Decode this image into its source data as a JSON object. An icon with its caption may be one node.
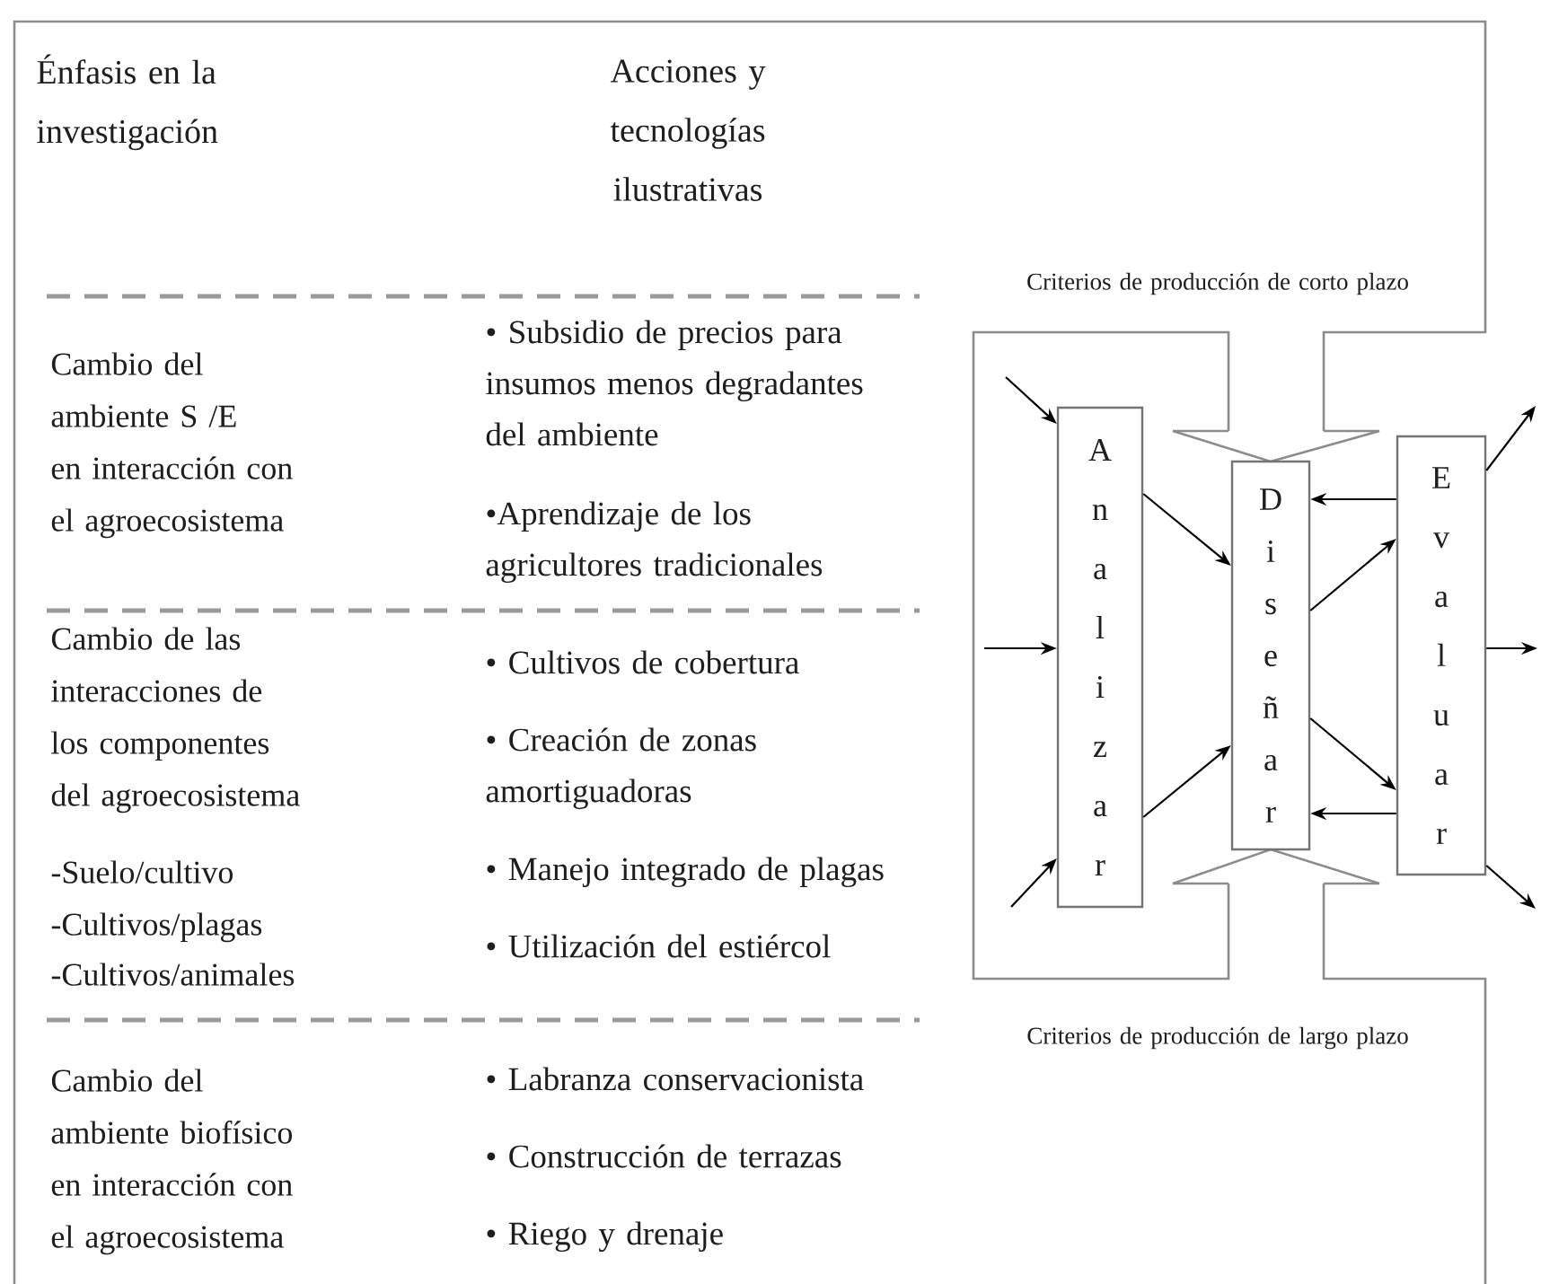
{
  "diagram": {
    "nodes": [
      {
        "text": [
          "Analizar"
        ]
      },
      {
        "text": [
          "Diseñar"
        ]
      },
      {
        "text": [
          "Evaluar"
        ]
      }
    ],
    "edges": [
      {
        "from": null,
        "to": 0,
        "arrow": "to"
      },
      {
        "from": null,
        "to": 0,
        "arrow": "to"
      },
      {
        "from": null,
        "to": 0,
        "arrow": "to"
      },
      {
        "from": 0,
        "to": 1,
        "arrow": "to"
      },
      {
        "from": 0,
        "to": 1,
        "arrow": "to"
      },
      {
        "from": 2,
        "to": 1,
        "arrow": "to"
      },
      {
        "from": 1,
        "to": 2,
        "arrow": "to"
      },
      {
        "from": 1,
        "to": 2,
        "arrow": "to"
      },
      {
        "from": 2,
        "to": 1,
        "arrow": "to"
      },
      {
        "from": 2,
        "to": null,
        "arrow": "to"
      },
      {
        "from": 2,
        "to": null,
        "arrow": "to"
      },
      {
        "from": 2,
        "to": null,
        "arrow": "to"
      }
    ],
    "labels": [
      "Énfasis en la investigación",
      "Acciones y tecnologías ilustrativas",
      "Cambio del ambiente S /E en interacción con el agroecosistema",
      "• Subsidio de precios para insumos menos degradantes del ambiente",
      "•Aprendizaje de los agricultores tradicionales",
      "Cambio de las interacciones de los componentes del agroecosistema",
      "-Suelo/cultivo",
      "-Cultivos/plagas",
      "-Cultivos/animales",
      "• Cultivos de cobertura",
      "• Creación de zonas amortiguadoras",
      "• Manejo integrado de plagas",
      "• Utilización del estiércol",
      "Cambio del ambiente biofísico en interacción con el agroecosistema",
      "• Labranza conservacionista",
      "• Construcción de terrazas",
      "• Riego y drenaje",
      "Criterios de producción de corto plazo",
      "Criterios de producción de largo plazo"
    ]
  }
}
